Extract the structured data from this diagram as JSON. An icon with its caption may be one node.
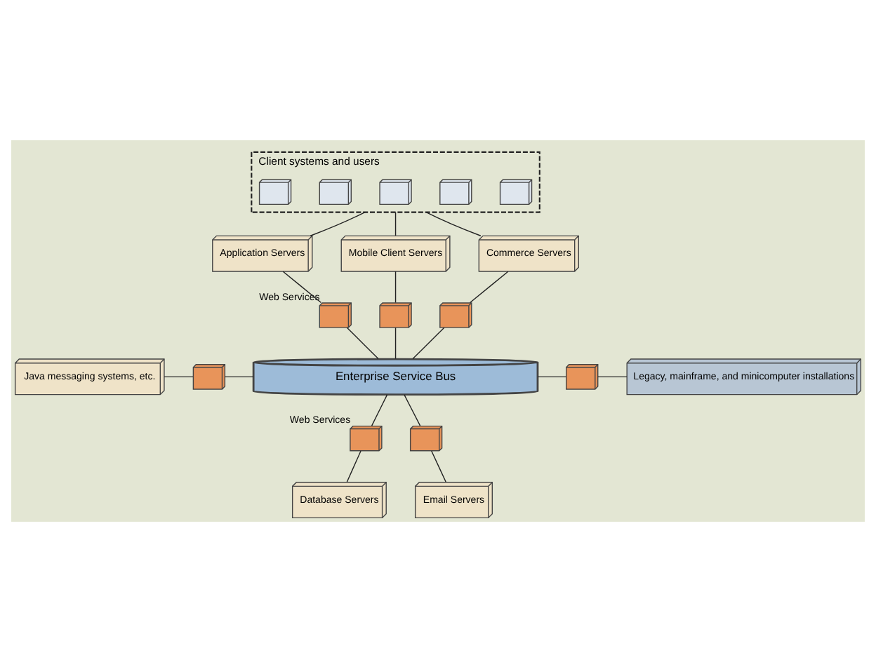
{
  "diagram": {
    "nodes": [
      {
        "text": [
          "Client systems and users"
        ]
      },
      {
        "text": [],
        "shape": "picture",
        "in": 0
      },
      {
        "text": [],
        "shape": "picture",
        "in": 0
      },
      {
        "text": [],
        "shape": "picture",
        "in": 0
      },
      {
        "text": [],
        "shape": "picture",
        "in": 0
      },
      {
        "text": [],
        "shape": "picture",
        "in": 0
      },
      {
        "text": [
          "Application Servers"
        ]
      },
      {
        "text": [
          "Mobile Client Servers"
        ]
      },
      {
        "text": [
          "Commerce Servers"
        ]
      },
      {
        "text": [],
        "shape": "picture",
        "beside": [
          "Web Services"
        ]
      },
      {
        "text": [],
        "shape": "picture"
      },
      {
        "text": [],
        "shape": "picture"
      },
      {
        "text": [
          "Enterprise Service Bus"
        ]
      },
      {
        "text": [
          "Java messaging systems, etc."
        ]
      },
      {
        "text": [],
        "shape": "picture"
      },
      {
        "text": [],
        "shape": "picture"
      },
      {
        "text": [
          "Legacy, mainframe, and minicomputer installations"
        ]
      },
      {
        "text": [],
        "shape": "picture",
        "beside": [
          "Web Services"
        ]
      },
      {
        "text": [],
        "shape": "picture"
      },
      {
        "text": [
          "Database Servers"
        ]
      },
      {
        "text": [
          "Email Servers"
        ]
      }
    ],
    "edges": [
      {
        "from": 0,
        "to": 6,
        "arrow": "none"
      },
      {
        "from": 0,
        "to": 7,
        "arrow": "none"
      },
      {
        "from": 0,
        "to": 8,
        "arrow": "none"
      },
      {
        "from": 6,
        "to": 9,
        "arrow": "none"
      },
      {
        "from": 7,
        "to": 10,
        "arrow": "none"
      },
      {
        "from": 8,
        "to": 11,
        "arrow": "none"
      },
      {
        "from": 9,
        "to": 12,
        "arrow": "none"
      },
      {
        "from": 10,
        "to": 12,
        "arrow": "none"
      },
      {
        "from": 11,
        "to": 12,
        "arrow": "none"
      },
      {
        "from": 13,
        "to": 14,
        "arrow": "none"
      },
      {
        "from": 14,
        "to": 12,
        "arrow": "none"
      },
      {
        "from": 12,
        "to": 15,
        "arrow": "none"
      },
      {
        "from": 15,
        "to": 16,
        "arrow": "none"
      },
      {
        "from": 12,
        "to": 17,
        "arrow": "none"
      },
      {
        "from": 12,
        "to": 18,
        "arrow": "none"
      },
      {
        "from": 17,
        "to": 19,
        "arrow": "none"
      },
      {
        "from": 18,
        "to": 20,
        "arrow": "none"
      }
    ]
  }
}
